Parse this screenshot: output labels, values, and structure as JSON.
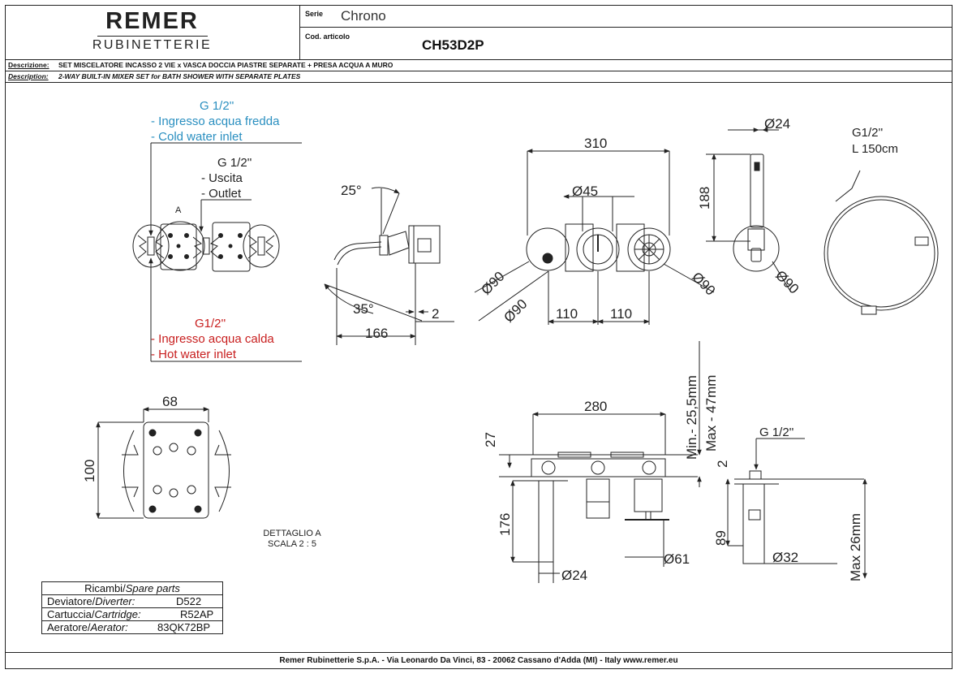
{
  "header": {
    "brand": "REMER",
    "brand_sub": "RUBINETTERIE",
    "serie_label": "Serie",
    "serie_value": "Chrono",
    "cod_label": "Cod. articolo",
    "cod_value": "CH53D2P"
  },
  "descrizione": {
    "label_it": "Descrizione:",
    "text_it": "SET MISCELATORE INCASSO 2 VIE x VASCA DOCCIA PIASTRE SEPARATE + PRESA ACQUA A MURO",
    "label_en": "Description:",
    "text_en": "2-WAY BUILT-IN MIXER SET for BATH SHOWER  WITH SEPARATE PLATES"
  },
  "annotations": {
    "cold_size": "G 1/2''",
    "cold_it": "- Ingresso acqua fredda",
    "cold_en": "- Cold water inlet",
    "outlet_size": "G 1/2''",
    "outlet_it": "- Uscita",
    "outlet_en": "- Outlet",
    "marker_a": "A",
    "hot_size": "G1/2''",
    "hot_it": "- Ingresso acqua calda",
    "hot_en": "- Hot water inlet",
    "hose_size": "G1/2''",
    "hose_len": "L 150cm",
    "detail_1": "DETTAGLIO A",
    "detail_2": "SCALA 2 : 5",
    "bottom_right_thread": "G 1/2''"
  },
  "dimensions": {
    "d_25deg": "25°",
    "d_35deg": "35°",
    "d_2a": "2",
    "d_166": "166",
    "d_310": "310",
    "d_phi45": "Ø45",
    "d_phi90_a": "Ø90",
    "d_phi90_b": "Ø90",
    "d_phi90_c": "Ø90",
    "d_110_a": "110",
    "d_110_b": "110",
    "d_phi24_top": "Ø24",
    "d_188": "188",
    "d_phi90_d": "Ø90",
    "d_68": "68",
    "d_100": "100",
    "d_280": "280",
    "d_27": "27",
    "d_min": "Min.- 25,5mm",
    "d_max47": "Max - 47mm",
    "d_176": "176",
    "d_phi24_bot": "Ø24",
    "d_phi61": "Ø61",
    "d_2b": "2",
    "d_89": "89",
    "d_phi32": "Ø32",
    "d_max26": "Max 26mm"
  },
  "spare_parts": {
    "title_it": "Ricambi/",
    "title_en": "Spare parts",
    "rows": [
      {
        "it": "Deviatore/",
        "en": "Diverter:",
        "code": "D522"
      },
      {
        "it": "Cartuccia/",
        "en": "Cartridge:",
        "code": "R52AP"
      },
      {
        "it": "Aeratore/",
        "en": "Aerator:",
        "code": "83QK72BP"
      }
    ]
  },
  "footer": "Remer Rubinetterie S.p.A. - Via Leonardo Da Vinci, 83 - 20062 Cassano d'Adda (MI) - Italy www.remer.eu",
  "colors": {
    "cold": "#2a8fc0",
    "hot": "#c81e1e",
    "line": "#222222"
  }
}
